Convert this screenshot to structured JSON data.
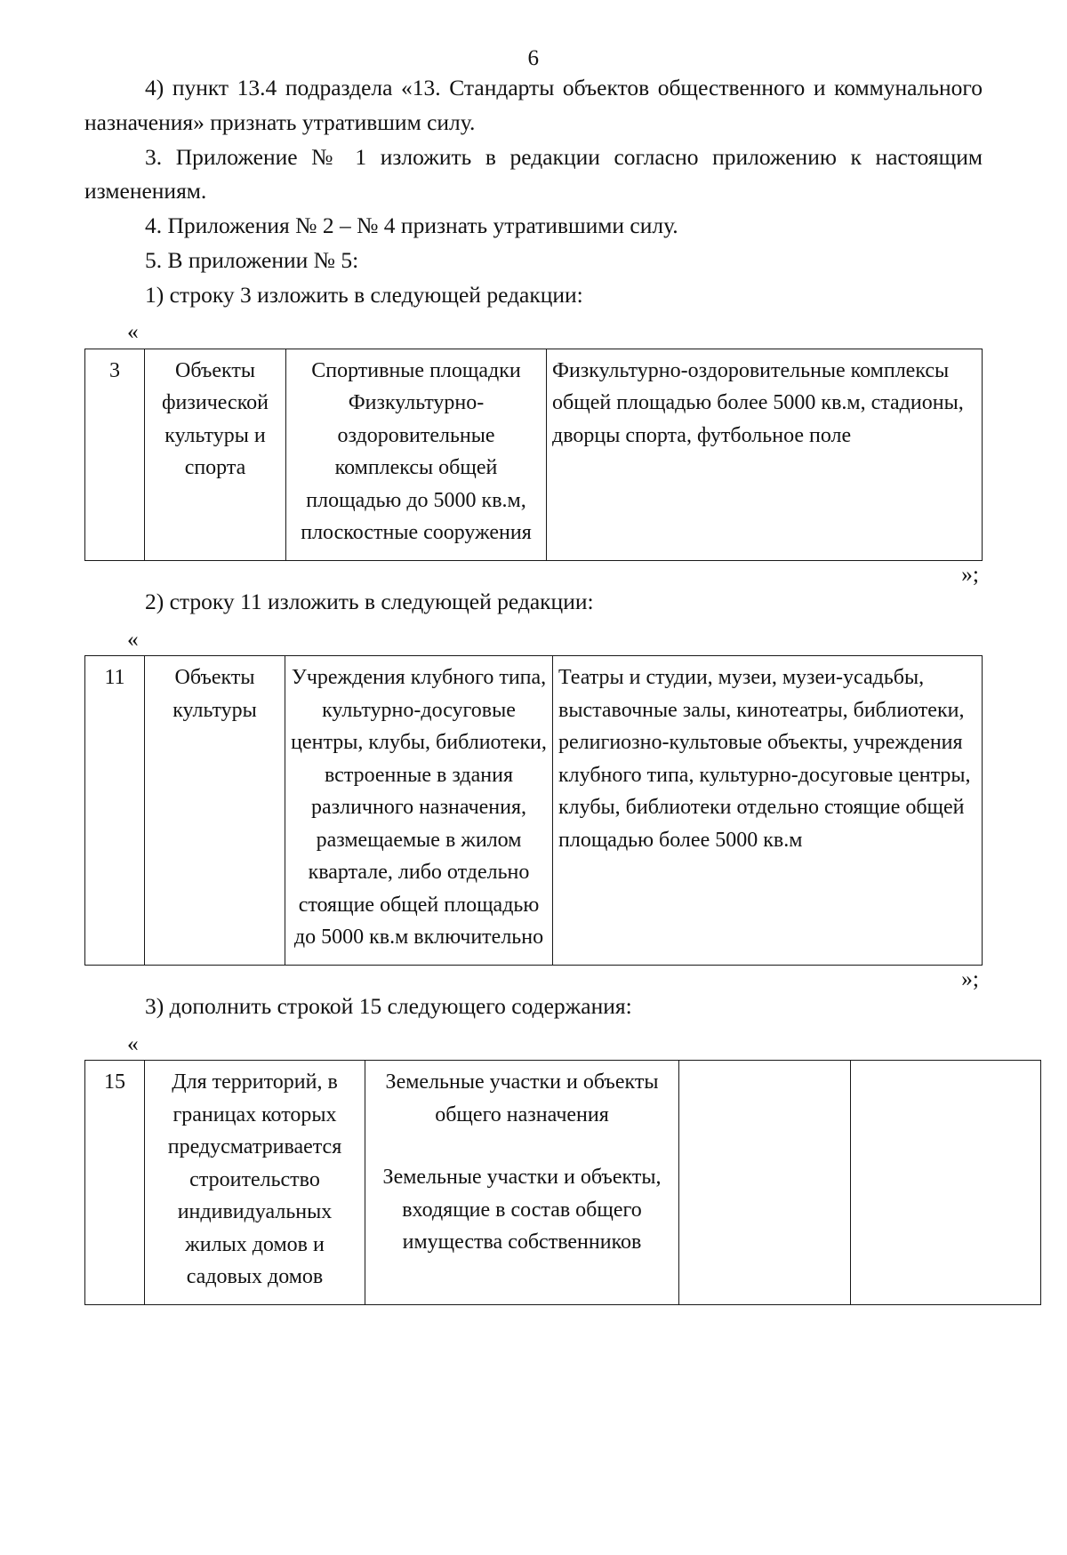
{
  "page": {
    "number": "6",
    "quote_open": "«",
    "quote_close": "»;"
  },
  "paragraphs": {
    "p1": "4) пункт 13.4 подраздела «13. Стандарты объектов общественного и коммунального назначения» признать утратившим силу.",
    "p2": "3. Приложение № 1 изложить в редакции согласно приложению к настоящим изменениям.",
    "p3": "4. Приложения № 2 – № 4 признать утратившими силу.",
    "p4": "5. В приложении № 5:",
    "p5": "1) строку 3 изложить в следующей редакции:",
    "p6": "2) строку 11 изложить в следующей редакции:",
    "p7": "3) дополнить строкой 15 следующего содержания:"
  },
  "table1": {
    "row_number": "3",
    "category": "Объекты физической культуры и спорта",
    "middle": "Спортивные площадки Физкультурно-оздоровительные комплексы общей площадью до 5000 кв.м, плоскостные сооружения",
    "wide": "Физкультурно-оздоровительные комплексы общей площадью более 5000 кв.м, стадионы, дворцы спорта, футбольное поле"
  },
  "table2": {
    "row_number": "11",
    "category": "Объекты культуры",
    "middle": "Учреждения клубного типа, культурно-досуговые центры, клубы, библиотеки, встроенные в здания различного назначения, размещаемые в жилом квартале, либо отдельно стоящие общей площадью до 5000 кв.м включительно",
    "wide": "Театры и студии, музеи, музеи-усадьбы, выставочные залы, кинотеатры, библиотеки, религиозно-культовые объекты, учреждения клубного типа, культурно-досуговые центры, клубы, библиотеки отдельно стоящие общей площадью более 5000 кв.м"
  },
  "table3": {
    "row_number": "15",
    "category": "Для территорий, в границах которых предусматривается строительство индивидуальных жилых домов и садовых домов",
    "middle_line1": "Земельные участки и объекты общего назначения",
    "middle_line2": "Земельные участки и объекты, входящие в состав общего имущества собственников",
    "empty1": "",
    "empty2": ""
  }
}
